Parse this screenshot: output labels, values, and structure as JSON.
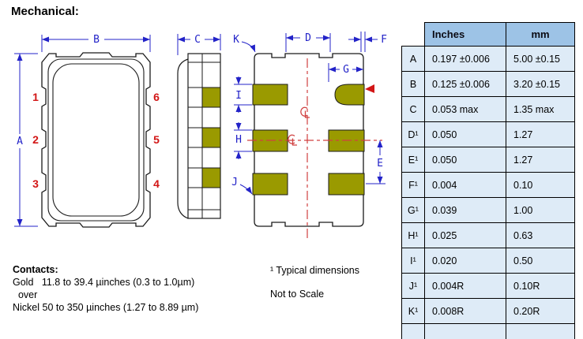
{
  "title": "Mechanical:",
  "table": {
    "headers": {
      "inches": "Inches",
      "mm": "mm"
    },
    "rows": [
      {
        "label": "A",
        "inches": "0.197 ±0.006",
        "mm": "5.00 ±0.15"
      },
      {
        "label": "B",
        "inches": "0.125 ±0.006",
        "mm": "3.20 ±0.15"
      },
      {
        "label": "C",
        "inches": "0.053 max",
        "mm": "1.35 max"
      },
      {
        "label": "D¹",
        "inches": "0.050",
        "mm": "1.27"
      },
      {
        "label": "E¹",
        "inches": "0.050",
        "mm": "1.27"
      },
      {
        "label": "F¹",
        "inches": "0.004",
        "mm": "0.10"
      },
      {
        "label": "G¹",
        "inches": "0.039",
        "mm": "1.00"
      },
      {
        "label": "H¹",
        "inches": "0.025",
        "mm": "0.63"
      },
      {
        "label": "I¹",
        "inches": "0.020",
        "mm": "0.50"
      },
      {
        "label": "J¹",
        "inches": "0.004R",
        "mm": "0.10R"
      },
      {
        "label": "K¹",
        "inches": "0.008R",
        "mm": "0.20R"
      }
    ]
  },
  "drawings": {
    "front": {
      "dim_a": "A",
      "dim_b": "B",
      "pins_left": [
        "1",
        "2",
        "3"
      ],
      "pins_right": [
        "6",
        "5",
        "4"
      ]
    },
    "side": {
      "dim_c": "C"
    },
    "bottom": {
      "dim_d": "D",
      "dim_e": "E",
      "dim_f": "F",
      "dim_g": "G",
      "dim_h": "H",
      "dim_i": "I",
      "dim_j": "J",
      "dim_k": "K",
      "centerline_symbol": "℄",
      "pin1_marker": "pin-1 indicator"
    }
  },
  "notes": {
    "typical": "¹ Typical dimensions",
    "scale": "Not to Scale",
    "contacts_title": "Contacts:",
    "contacts_line1": "Gold   11.8 to 39.4 µinches (0.3 to 1.0µm)",
    "contacts_line2": "  over",
    "contacts_line3": "Nickel 50 to 350 µinches (1.27 to 8.89 µm)"
  },
  "colors": {
    "dimension_blue": "#2323c8",
    "pin_red": "#d21616",
    "centerline_red": "#d04040",
    "pad_olive": "#9a9a00",
    "table_header_bg": "#9dc3e6",
    "table_cell_bg": "#deebf7",
    "line_black": "#1a1a1a"
  }
}
